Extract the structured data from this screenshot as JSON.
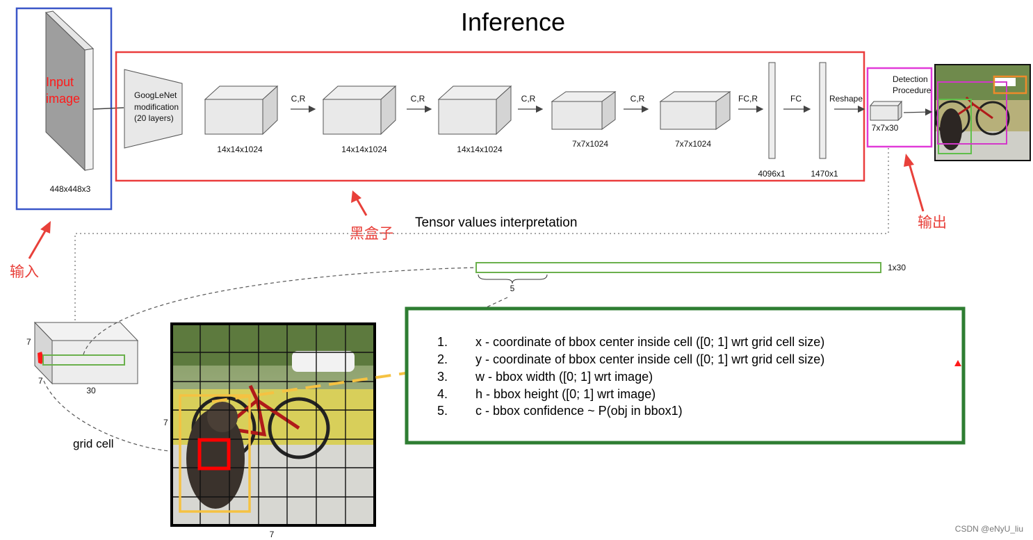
{
  "title": "Inference",
  "input": {
    "label_line1": "Input",
    "label_line2": "image",
    "dims": "448x448x3"
  },
  "network": {
    "googlenet_line1": "GoogLeNet",
    "googlenet_line2": "modification",
    "googlenet_line3": "(20 layers)",
    "blocks": [
      "14x14x1024",
      "14x14x1024",
      "14x14x1024",
      "7x7x1024",
      "7x7x1024"
    ],
    "ops": [
      "C,R",
      "C,R",
      "C,R",
      "C,R",
      "FC,R",
      "FC",
      "Reshape"
    ],
    "fc_dims": [
      "4096x1",
      "1470x1"
    ]
  },
  "output": {
    "detection_line1": "Detection",
    "detection_line2": "Procedure",
    "tensor_dims": "7x7x30"
  },
  "annotations": {
    "input_cn": "输入",
    "blackbox_cn": "黑盒子",
    "output_cn": "输出"
  },
  "interpretation": {
    "heading": "Tensor values interpretation",
    "vector_dims": "1x30",
    "brace_count": "5",
    "cube_side_top": "7",
    "cube_side_left": "7",
    "cube_depth": "30",
    "grid_side_left": "7",
    "grid_side_bottom": "7",
    "grid_cell_label": "grid cell"
  },
  "bbox_list": [
    {
      "num": "1.",
      "text": "x - coordinate of bbox center inside cell ([0; 1] wrt grid cell size)"
    },
    {
      "num": "2.",
      "text": "y - coordinate of bbox center inside cell ([0; 1] wrt grid cell size)"
    },
    {
      "num": "3.",
      "text": "w - bbox width ([0; 1] wrt image)"
    },
    {
      "num": "4.",
      "text": "h - bbox height ([0; 1] wrt image)"
    },
    {
      "num": "5.",
      "text": "c - bbox confidence ~ P(obj in bbox1)"
    }
  ],
  "watermark": "CSDN @eNyU_liu",
  "colors": {
    "input_frame": "#3a56c8",
    "blackbox_frame": "#ea3c3c",
    "output_frame": "#e13ad8",
    "list_frame": "#2e7d32",
    "vector_frame": "#6ab04c",
    "arrow_red": "#e8403a",
    "bbox_yellow": "#f5c242",
    "cell_red": "#ff0000"
  }
}
